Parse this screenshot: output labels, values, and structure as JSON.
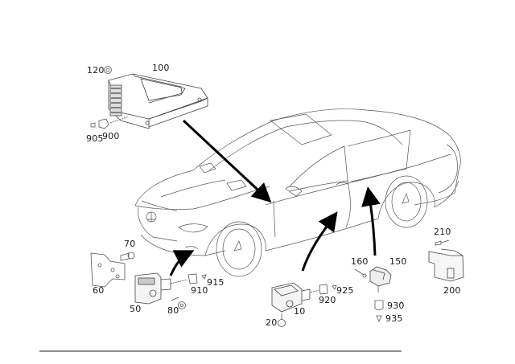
{
  "diagram": {
    "type": "exploded parts diagram",
    "subject": "vehicle coupe with airbag control unit and crash sensors",
    "line_color": "#333333",
    "arrow_color": "#000000",
    "rule_color": "#8f8f8f"
  },
  "parts": [
    {
      "id": "p100",
      "number": "100",
      "desc": "control unit"
    },
    {
      "id": "p120",
      "number": "120",
      "desc": "nut"
    },
    {
      "id": "p900",
      "number": "900",
      "desc": "connector"
    },
    {
      "id": "p905",
      "number": "905",
      "desc": "terminal"
    },
    {
      "id": "p70",
      "number": "70",
      "desc": "screw"
    },
    {
      "id": "p60",
      "number": "60",
      "desc": "bracket"
    },
    {
      "id": "p50",
      "number": "50",
      "desc": "front sensor"
    },
    {
      "id": "p80",
      "number": "80",
      "desc": "bolt"
    },
    {
      "id": "p910",
      "number": "910",
      "desc": "connector"
    },
    {
      "id": "p915",
      "number": "915",
      "desc": "terminal"
    },
    {
      "id": "p10",
      "number": "10",
      "desc": "side sensor"
    },
    {
      "id": "p20",
      "number": "20",
      "desc": "bolt"
    },
    {
      "id": "p920",
      "number": "920",
      "desc": "connector"
    },
    {
      "id": "p925",
      "number": "925",
      "desc": "terminal"
    },
    {
      "id": "p160",
      "number": "160",
      "desc": "screw"
    },
    {
      "id": "p150",
      "number": "150",
      "desc": "sensor"
    },
    {
      "id": "p930",
      "number": "930",
      "desc": "connector"
    },
    {
      "id": "p935",
      "number": "935",
      "desc": "terminal"
    },
    {
      "id": "p210",
      "number": "210",
      "desc": "screw"
    },
    {
      "id": "p200",
      "number": "200",
      "desc": "module"
    }
  ]
}
